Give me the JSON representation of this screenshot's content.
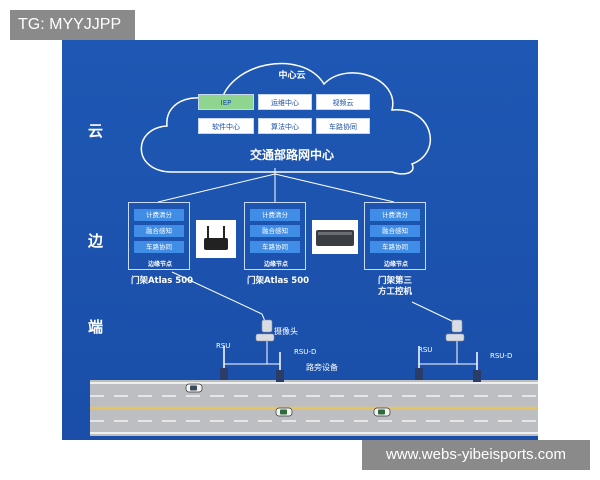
{
  "watermarks": {
    "top": "TG: MYYJJPP",
    "bottom": "www.webs-yibeisports.com"
  },
  "side_labels": {
    "cloud": "云",
    "edge": "边",
    "end": "端"
  },
  "cloud": {
    "title": "中心云",
    "main_label": "交通部路网中心",
    "buttons": [
      {
        "label": "IEP",
        "highlight": true
      },
      {
        "label": "运维中心",
        "highlight": false
      },
      {
        "label": "视频云",
        "highlight": false
      },
      {
        "label": "软件中心",
        "highlight": false
      },
      {
        "label": "算法中心",
        "highlight": false
      },
      {
        "label": "车路协同",
        "highlight": false
      }
    ]
  },
  "edge_nodes": [
    {
      "items": [
        "计费清分",
        "融合感知",
        "车路协同"
      ],
      "caption": "边缘节点",
      "label": "门架Atlas 500"
    },
    {
      "items": [
        "计费清分",
        "融合感知",
        "车路协同"
      ],
      "caption": "边缘节点",
      "label": "门架Atlas 500"
    },
    {
      "items": [
        "计费清分",
        "融合感知",
        "车路协同"
      ],
      "caption": "边缘节点",
      "label_line1": "门架第三",
      "label_line2": "方工控机"
    }
  ],
  "end_devices": {
    "camera": "摄像头",
    "rsu_1": "RSU",
    "rsu_d_1": "RSU-D",
    "roadside": "路旁设备",
    "rsu_2": "RSU",
    "rsu_d_2": "RSU-D"
  },
  "colors": {
    "panel": "#1a4ea8",
    "button_blue": "#3f8de6",
    "highlight_green": "#8fd48f",
    "road": "#bcbec2",
    "lane_yellow": "#e3c56a"
  }
}
